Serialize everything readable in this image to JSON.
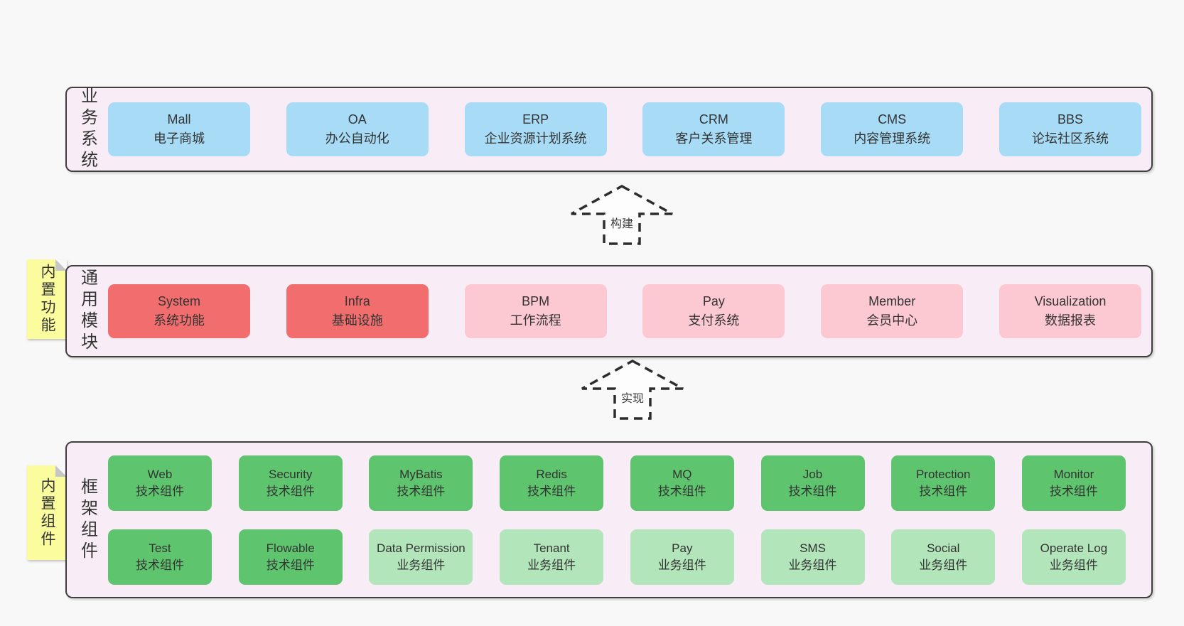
{
  "colors": {
    "page_bg": "#f8f8f8",
    "container_bg": "#f8edf6",
    "container_border": "#3f3f3f",
    "blue": "#a8dcf6",
    "red": "#f26e6e",
    "pink": "#fcc9d2",
    "green": "#5ec46e",
    "light_green": "#b3e5bb",
    "sticky_yellow": "#fafc9e",
    "sticky_fold": "#c4c6c8",
    "text": "#333333"
  },
  "arrows": [
    {
      "label": "构建"
    },
    {
      "label": "实现"
    }
  ],
  "stickies": [
    {
      "label": "内置功能"
    },
    {
      "label": "内置组件"
    }
  ],
  "layers": [
    {
      "name": "business-systems",
      "label": "业务系统",
      "rows": [
        [
          {
            "name": "Mall",
            "desc": "电子商城",
            "variant": "blue"
          },
          {
            "name": "OA",
            "desc": "办公自动化",
            "variant": "blue"
          },
          {
            "name": "ERP",
            "desc": "企业资源计划系统",
            "variant": "blue"
          },
          {
            "name": "CRM",
            "desc": "客户关系管理",
            "variant": "blue"
          },
          {
            "name": "CMS",
            "desc": "内容管理系统",
            "variant": "blue"
          },
          {
            "name": "BBS",
            "desc": "论坛社区系统",
            "variant": "blue"
          }
        ]
      ]
    },
    {
      "name": "common-modules",
      "label": "通用模块",
      "rows": [
        [
          {
            "name": "System",
            "desc": "系统功能",
            "variant": "red"
          },
          {
            "name": "Infra",
            "desc": "基础设施",
            "variant": "red"
          },
          {
            "name": "BPM",
            "desc": "工作流程",
            "variant": "pink"
          },
          {
            "name": "Pay",
            "desc": "支付系统",
            "variant": "pink"
          },
          {
            "name": "Member",
            "desc": "会员中心",
            "variant": "pink"
          },
          {
            "name": "Visualization",
            "desc": "数据报表",
            "variant": "pink"
          }
        ]
      ]
    },
    {
      "name": "framework-components",
      "label": "框架组件",
      "rows": [
        [
          {
            "name": "Web",
            "desc": "技术组件",
            "variant": "green"
          },
          {
            "name": "Security",
            "desc": "技术组件",
            "variant": "green"
          },
          {
            "name": "MyBatis",
            "desc": "技术组件",
            "variant": "green"
          },
          {
            "name": "Redis",
            "desc": "技术组件",
            "variant": "green"
          },
          {
            "name": "MQ",
            "desc": "技术组件",
            "variant": "green"
          },
          {
            "name": "Job",
            "desc": "技术组件",
            "variant": "green"
          },
          {
            "name": "Protection",
            "desc": "技术组件",
            "variant": "green"
          },
          {
            "name": "Monitor",
            "desc": "技术组件",
            "variant": "green"
          }
        ],
        [
          {
            "name": "Test",
            "desc": "技术组件",
            "variant": "green"
          },
          {
            "name": "Flowable",
            "desc": "技术组件",
            "variant": "green"
          },
          {
            "name": "Data Permission",
            "desc": "业务组件",
            "variant": "light-green"
          },
          {
            "name": "Tenant",
            "desc": "业务组件",
            "variant": "light-green"
          },
          {
            "name": "Pay",
            "desc": "业务组件",
            "variant": "light-green"
          },
          {
            "name": "SMS",
            "desc": "业务组件",
            "variant": "light-green"
          },
          {
            "name": "Social",
            "desc": "业务组件",
            "variant": "light-green"
          },
          {
            "name": "Operate Log",
            "desc": "业务组件",
            "variant": "light-green"
          }
        ]
      ]
    }
  ]
}
